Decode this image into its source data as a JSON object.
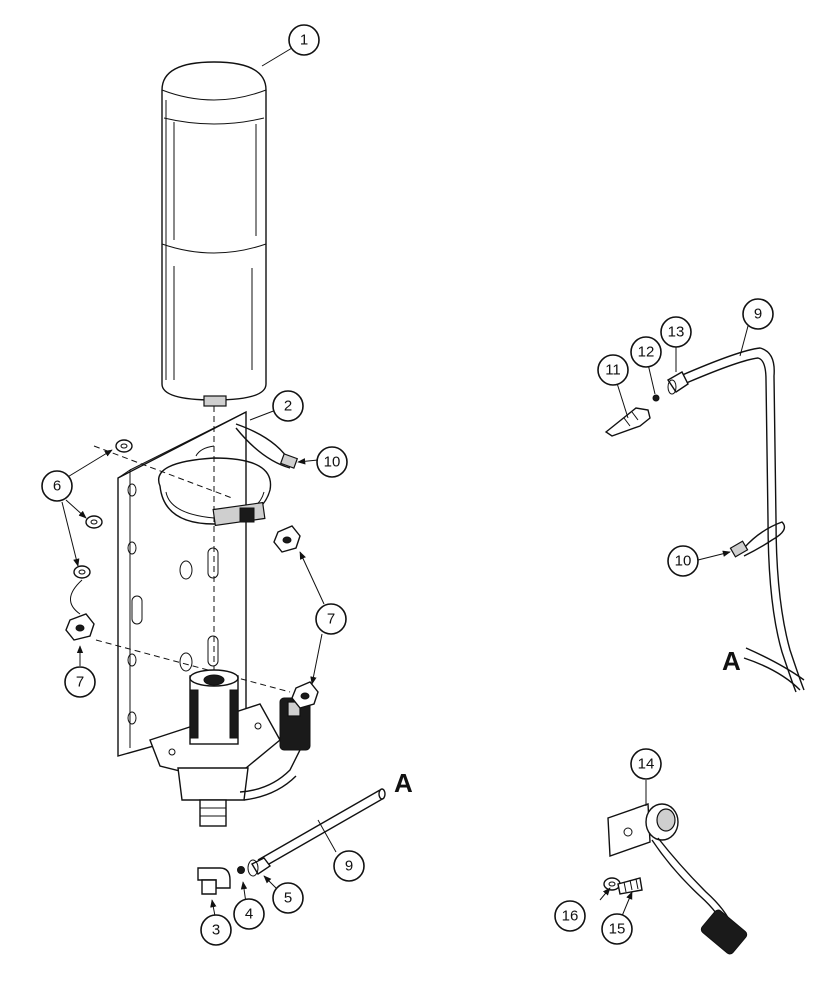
{
  "callouts": {
    "c1": "1",
    "c2": "2",
    "c3": "3",
    "c4": "4",
    "c5": "5",
    "c6": "6",
    "c7a": "7",
    "c7b": "7",
    "c9a": "9",
    "c9b": "9",
    "c10a": "10",
    "c10b": "10",
    "c11": "11",
    "c12": "12",
    "c13": "13",
    "c14": "14",
    "c15": "15",
    "c16": "16"
  },
  "section_marks": {
    "left": "A",
    "right": "A"
  }
}
